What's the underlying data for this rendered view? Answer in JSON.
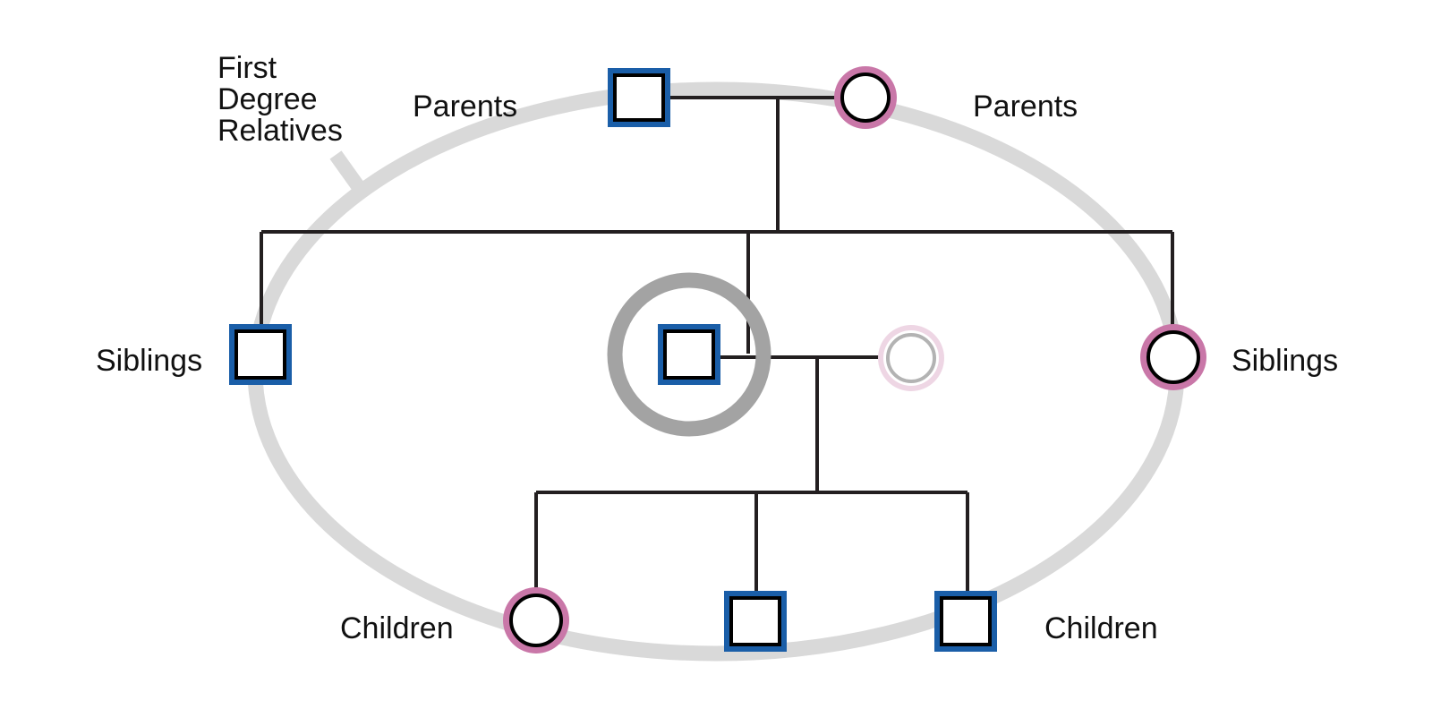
{
  "colors": {
    "male_outline": "#1a5ea8",
    "female_outline": "#c977a8",
    "line": "#231f20",
    "ring": "#d9d9d9",
    "proband_ring": "#a3a3a3",
    "spouse_outline": "#b3b3b3",
    "spouse_halo": "#eed6e4"
  },
  "labels": {
    "group_line1": "First",
    "group_line2": "Degree",
    "group_line3": "Relatives",
    "parents_left": "Parents",
    "parents_right": "Parents",
    "siblings_left": "Siblings",
    "siblings_right": "Siblings",
    "children_left": "Children",
    "children_right": "Children"
  }
}
